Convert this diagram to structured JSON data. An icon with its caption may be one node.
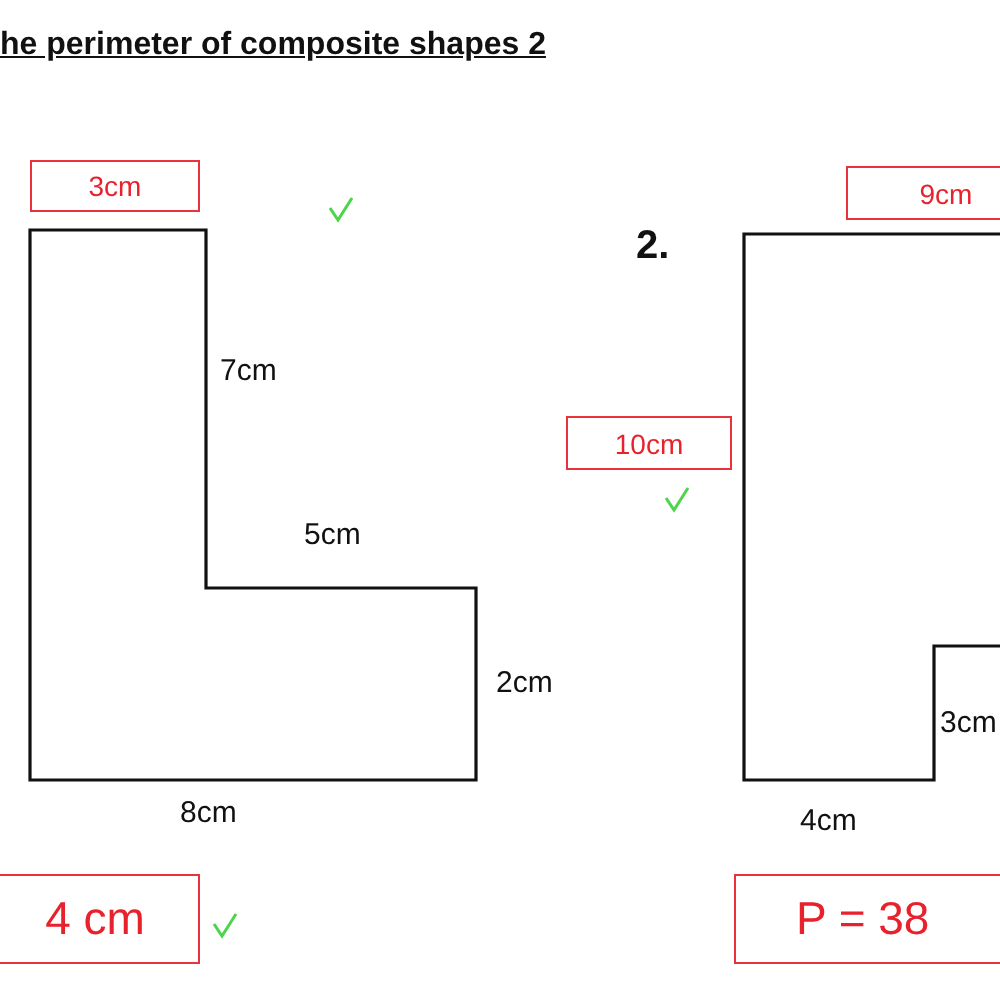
{
  "diagram": {
    "title": "he perimeter of composite shapes 2",
    "nodes": [
      {
        "text": [
          "3cm"
        ]
      },
      {
        "text": [
          "10cm"
        ]
      },
      {
        "text": [
          "9cm"
        ]
      },
      {
        "text": [
          "4 cm"
        ]
      },
      {
        "text": [
          "P = 38"
        ]
      }
    ],
    "edges": [],
    "labels": [
      "7cm",
      "5cm",
      "2cm",
      "8cm",
      "2.",
      "3cm",
      "4cm"
    ]
  }
}
